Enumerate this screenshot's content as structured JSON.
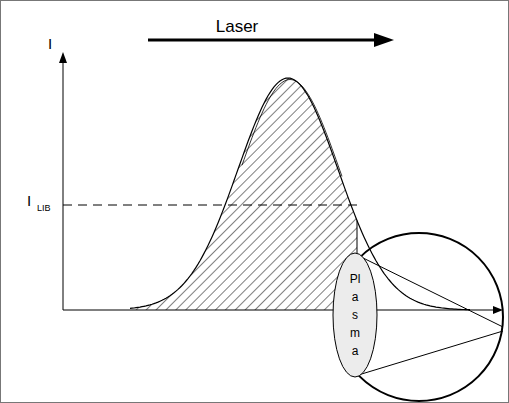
{
  "diagram": {
    "nodes": [
      {
        "text": [
          "Plasma"
        ]
      }
    ],
    "labels": [
      "Laser",
      "I",
      "I",
      "LIB"
    ]
  }
}
